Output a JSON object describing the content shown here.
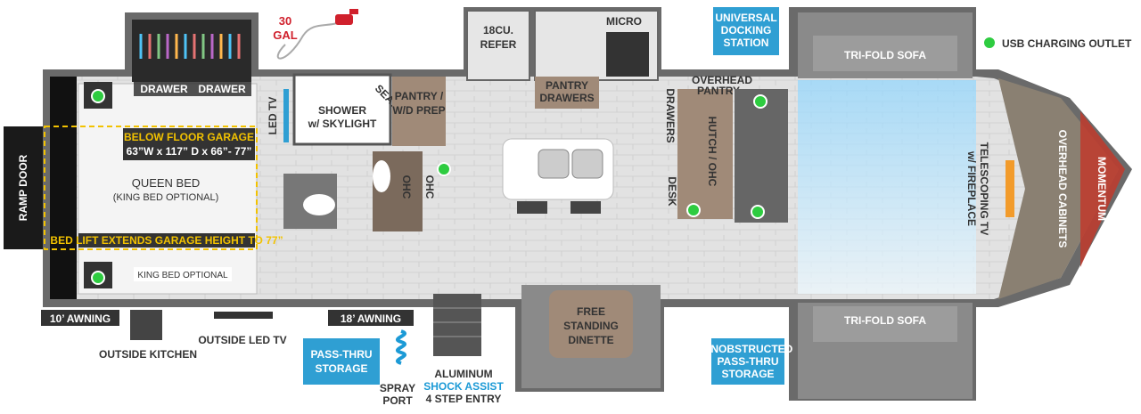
{
  "legend": {
    "usb": "USB CHARGING OUTLET",
    "usb_color": "#2ecc40"
  },
  "colors": {
    "floor": "#d9d9d9",
    "wall": "#5a5a5a",
    "callout": "#2f9fd3",
    "garage": "#f2c200"
  },
  "labels": {
    "ramp_door": "RAMP DOOR",
    "drawer1": "DRAWER",
    "drawer2": "DRAWER",
    "gal_num": "30",
    "gal_unit": "GAL",
    "refer_1": "18CU.",
    "refer_2": "REFER",
    "micro": "MICRO",
    "docking_1": "UNIVERSAL",
    "docking_2": "DOCKING",
    "docking_3": "STATION",
    "sofa_top": "TRI-FOLD SOFA",
    "sofa_bottom": "TRI-FOLD SOFA",
    "led_tv": "LED TV",
    "shower_1": "SHOWER",
    "shower_2": "w/ SKYLIGHT",
    "seat": "SEAT",
    "pantry_1": "PANTRY /",
    "pantry_2": "W/D PREP",
    "pantry_drawers_1": "PANTRY",
    "pantry_drawers_2": "DRAWERS",
    "overhead_pantry_1": "OVERHEAD",
    "overhead_pantry_2": "PANTRY",
    "drawers_side": "DRAWERS",
    "hutch": "HUTCH / OHC",
    "desk": "DESK",
    "garage_1": "BELOW FLOOR GARAGE",
    "garage_2": "63”W x 117” D x 66”- 77”",
    "queen_1": "QUEEN BED",
    "queen_2": "(KING BED OPTIONAL)",
    "bed_lift": "BED LIFT EXTENDS GARAGE HEIGHT TO 77”",
    "king_optional": "KING BED OPTIONAL",
    "ohc_1": "OHC",
    "ohc_2": "OHC",
    "tv_1": "TELESCOPING TV",
    "tv_2": "w/ FIREPLACE",
    "overhead_cabinets": "OVERHEAD CABINETS",
    "brand": "MOMENTUM",
    "awning_10": "10’ AWNING",
    "awning_18": "18’ AWNING",
    "outside_tv": "OUTSIDE LED TV",
    "outside_kitchen": "OUTSIDE KITCHEN",
    "passthru_1": "PASS-THRU",
    "passthru_2": "STORAGE",
    "spray_1": "SPRAY",
    "spray_2": "PORT",
    "entry_1": "ALUMINUM",
    "entry_2": "SHOCK ASSIST",
    "entry_3": "4 STEP ENTRY",
    "dinette_1": "FREE",
    "dinette_2": "STANDING",
    "dinette_3": "DINETTE",
    "unob_1": "UNOBSTRUCTED",
    "unob_2": "PASS-THRU",
    "unob_3": "STORAGE"
  }
}
